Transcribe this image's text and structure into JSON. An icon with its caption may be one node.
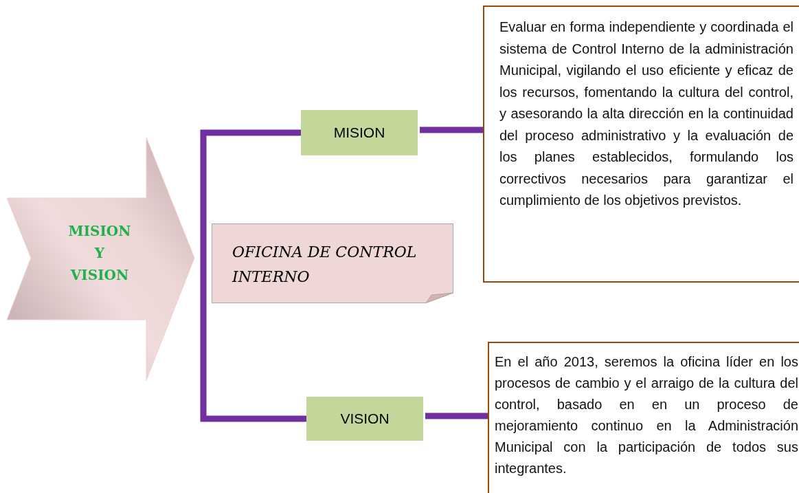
{
  "diagram": {
    "nodes": [
      {
        "text": [
          "MISION Y VISION"
        ]
      },
      {
        "text": [
          "MISION"
        ]
      },
      {
        "text": [
          "Evaluar en forma independiente  y coordinada el sistema de Control Interno de la administración Municipal, vigilando el uso eficiente y eficaz de los recursos, fomentando la cultura del control, y asesorando la alta dirección en la continuidad del proceso administrativo  y la evaluación de los planes establecidos, formulando los correctivos necesarios para garantizar el cumplimiento de los objetivos previstos."
        ]
      },
      {
        "text": [
          "OFICINA DE CONTROL INTERNO"
        ]
      },
      {
        "text": [
          "VISION"
        ]
      },
      {
        "text": [
          "En el año 2013, seremos la oficina líder en los procesos de cambio y el arraigo de la cultura del control, basado en  en un proceso de mejoramiento continuo en la Administración Municipal con la participación de todos sus integrantes."
        ]
      }
    ],
    "edges": [
      {
        "from": 1,
        "to": 4,
        "arrow": "none"
      },
      {
        "from": 1,
        "to": 2,
        "arrow": "none"
      },
      {
        "from": 4,
        "to": 5,
        "arrow": "none"
      }
    ]
  }
}
